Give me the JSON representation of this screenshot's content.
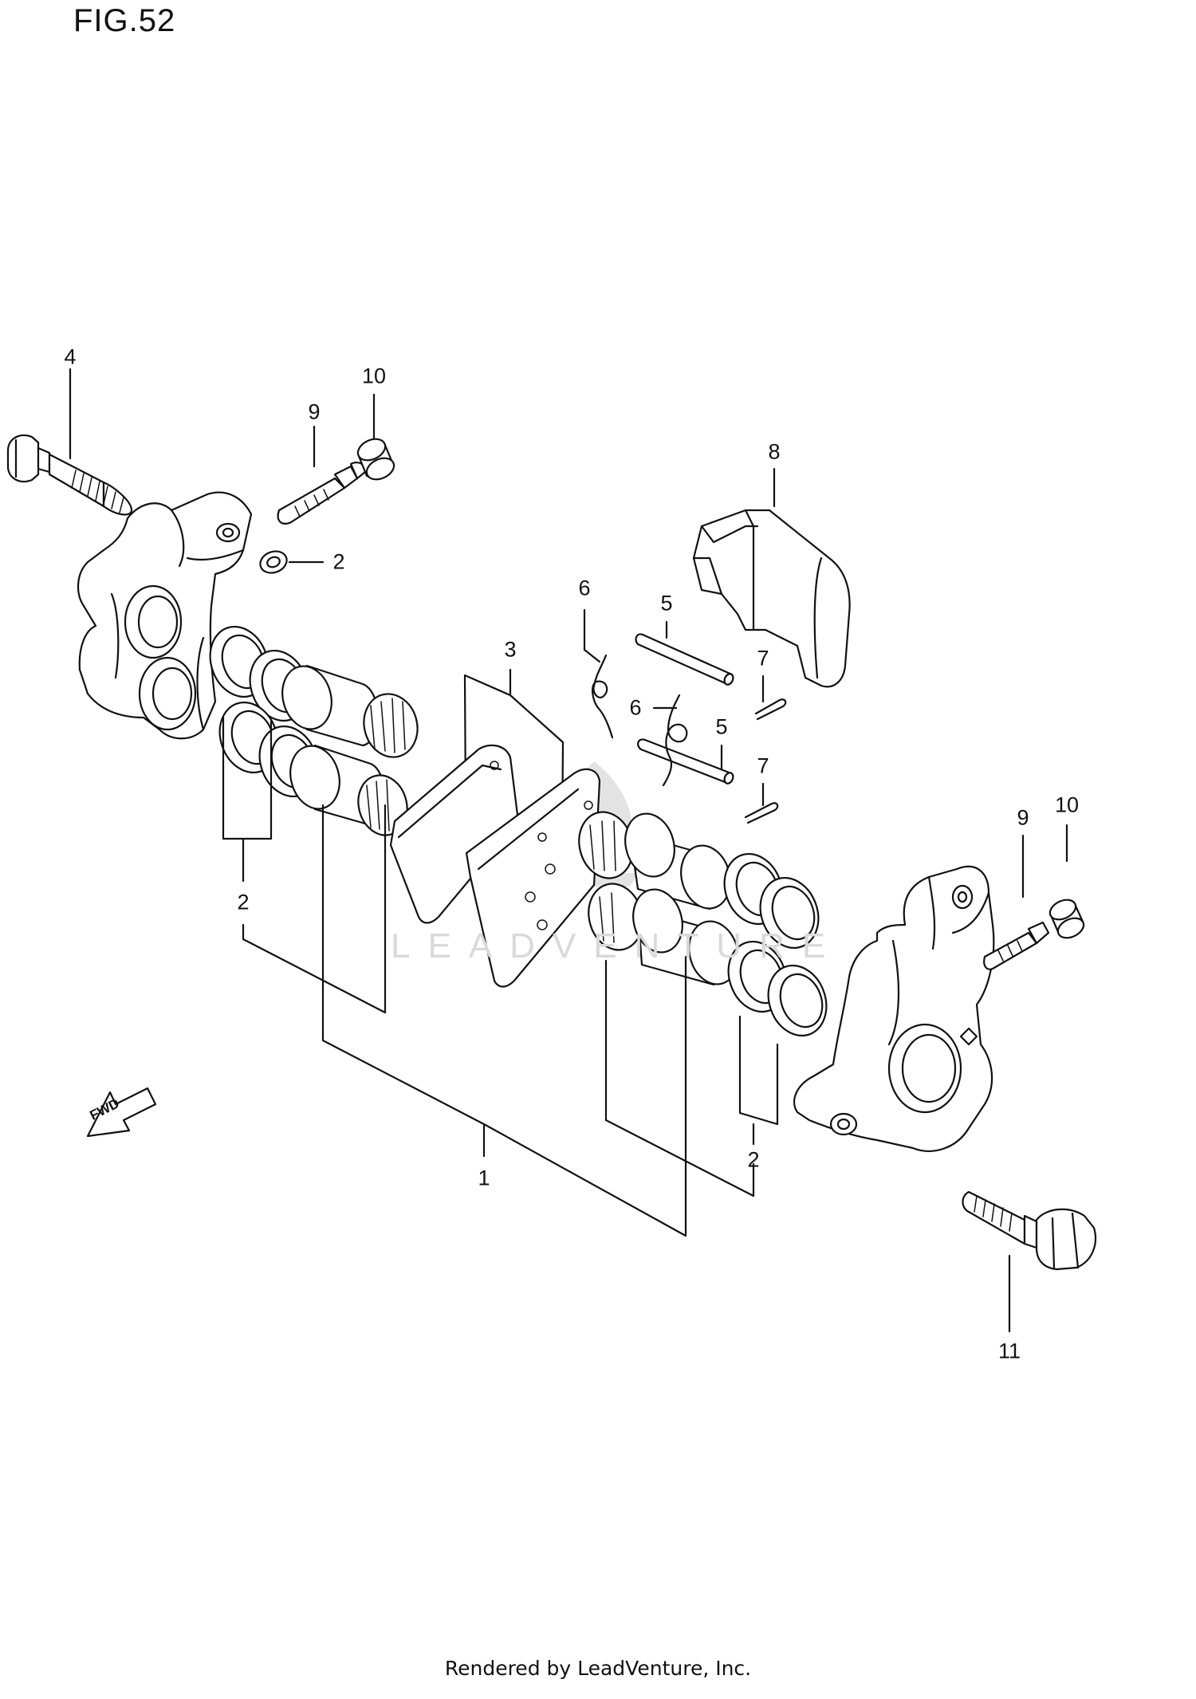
{
  "figure_label": "FIG.52",
  "footer_text": "Rendered by LeadVenture, Inc.",
  "watermark_text": "LEADVENTURE",
  "fwd_label": "FWD",
  "callouts": {
    "c4": "4",
    "c10a": "10",
    "c9a": "9",
    "c2a": "2",
    "c8": "8",
    "c6a": "6",
    "c5a": "5",
    "c3": "3",
    "c7a": "7",
    "c6b": "6",
    "c5b": "5",
    "c7b": "7",
    "c10b": "10",
    "c9b": "9",
    "c2b": "2",
    "c2c": "2",
    "c1": "1",
    "c11": "11"
  },
  "icons": [
    "fwd-arrow-icon",
    "leadventure-flame-logo"
  ]
}
